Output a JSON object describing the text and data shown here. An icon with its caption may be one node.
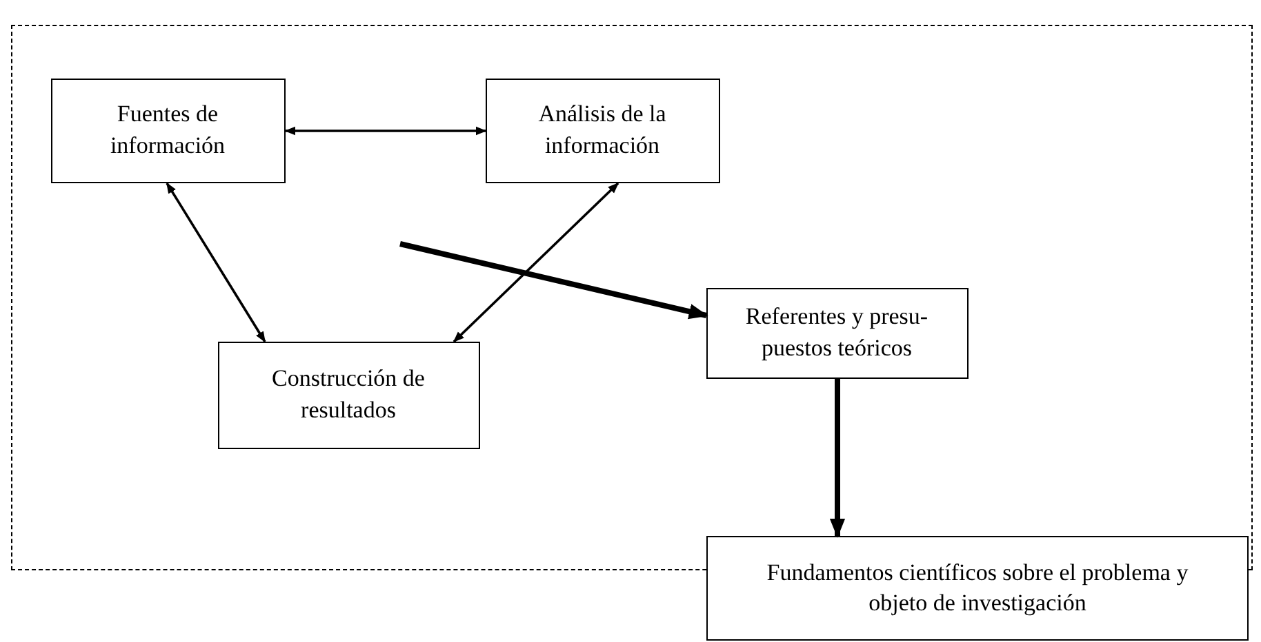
{
  "diagram": {
    "nodes": [
      {
        "text": [],
        "shape": "box"
      },
      {
        "text": [
          "Fuentes de información"
        ],
        "in": 0
      },
      {
        "text": [
          "Análisis de la información"
        ],
        "in": 0
      },
      {
        "text": [
          "Construcción de resultados"
        ],
        "in": 0
      },
      {
        "text": [
          "Referentes y presu- puestos teóricos"
        ],
        "in": 0
      },
      {
        "text": [
          "Fundamentos científicos sobre el problema y objeto de investigación"
        ]
      }
    ],
    "edges": [
      {
        "from": 1,
        "to": 2,
        "arrow": "both"
      },
      {
        "from": 1,
        "to": 3,
        "arrow": "both"
      },
      {
        "from": 2,
        "to": 3,
        "arrow": "both"
      },
      {
        "from": null,
        "to": 4,
        "arrow": "to",
        "style": "thick"
      },
      {
        "from": 4,
        "to": 5,
        "arrow": "to",
        "style": "thick"
      }
    ]
  }
}
